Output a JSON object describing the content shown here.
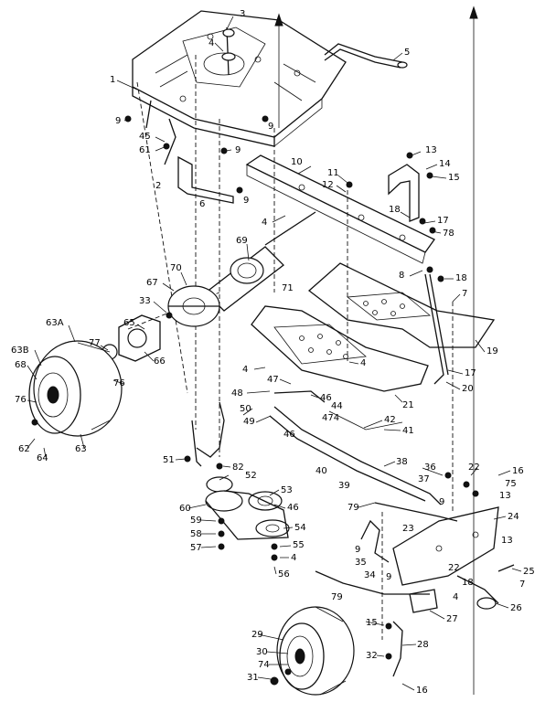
{
  "callouts": [
    {
      "id": "c-3",
      "text": "3"
    },
    {
      "id": "c-4a",
      "text": "4"
    },
    {
      "id": "c-5",
      "text": "5"
    },
    {
      "id": "c-1",
      "text": "1"
    },
    {
      "id": "c-9a",
      "text": "9"
    },
    {
      "id": "c-45",
      "text": "45"
    },
    {
      "id": "c-61",
      "text": "61"
    },
    {
      "id": "c-9b",
      "text": "9"
    },
    {
      "id": "c-9c",
      "text": "9"
    },
    {
      "id": "c-2",
      "text": "2"
    },
    {
      "id": "c-6",
      "text": "6"
    },
    {
      "id": "c-9d",
      "text": "9"
    },
    {
      "id": "c-13a",
      "text": "13"
    },
    {
      "id": "c-14",
      "text": "14"
    },
    {
      "id": "c-15",
      "text": "15"
    },
    {
      "id": "c-10",
      "text": "10"
    },
    {
      "id": "c-11",
      "text": "11"
    },
    {
      "id": "c-12",
      "text": "12"
    },
    {
      "id": "c-4b",
      "text": "4"
    },
    {
      "id": "c-18a",
      "text": "18"
    },
    {
      "id": "c-17a",
      "text": "17"
    },
    {
      "id": "c-78",
      "text": "78"
    },
    {
      "id": "c-69",
      "text": "69"
    },
    {
      "id": "c-8",
      "text": "8"
    },
    {
      "id": "c-18b",
      "text": "18"
    },
    {
      "id": "c-67",
      "text": "67"
    },
    {
      "id": "c-70",
      "text": "70"
    },
    {
      "id": "c-71",
      "text": "71"
    },
    {
      "id": "c-7a",
      "text": "7"
    },
    {
      "id": "c-33",
      "text": "33"
    },
    {
      "id": "c-19",
      "text": "19"
    },
    {
      "id": "c-63A",
      "text": "63A"
    },
    {
      "id": "c-65",
      "text": "65"
    },
    {
      "id": "c-77",
      "text": "77"
    },
    {
      "id": "c-66",
      "text": "66"
    },
    {
      "id": "c-63B",
      "text": "63B"
    },
    {
      "id": "c-68",
      "text": "68"
    },
    {
      "id": "c-76a",
      "text": "76"
    },
    {
      "id": "c-76b",
      "text": "76"
    },
    {
      "id": "c-4c",
      "text": "4"
    },
    {
      "id": "c-47a",
      "text": "47"
    },
    {
      "id": "c-4d",
      "text": "4"
    },
    {
      "id": "c-17b",
      "text": "17"
    },
    {
      "id": "c-20",
      "text": "20"
    },
    {
      "id": "c-21",
      "text": "21"
    },
    {
      "id": "c-48",
      "text": "48"
    },
    {
      "id": "c-46a",
      "text": "46"
    },
    {
      "id": "c-44",
      "text": "44"
    },
    {
      "id": "c-50",
      "text": "50"
    },
    {
      "id": "c-49",
      "text": "49"
    },
    {
      "id": "c-46b",
      "text": "46"
    },
    {
      "id": "c-474",
      "text": "474"
    },
    {
      "id": "c-42",
      "text": "42"
    },
    {
      "id": "c-41",
      "text": "41"
    },
    {
      "id": "c-62",
      "text": "62"
    },
    {
      "id": "c-63",
      "text": "63"
    },
    {
      "id": "c-64",
      "text": "64"
    },
    {
      "id": "c-51",
      "text": "51"
    },
    {
      "id": "c-82",
      "text": "82"
    },
    {
      "id": "c-38",
      "text": "38"
    },
    {
      "id": "c-40",
      "text": "40"
    },
    {
      "id": "c-39",
      "text": "39"
    },
    {
      "id": "c-36",
      "text": "36"
    },
    {
      "id": "c-22a",
      "text": "22"
    },
    {
      "id": "c-16a",
      "text": "16"
    },
    {
      "id": "c-37",
      "text": "37"
    },
    {
      "id": "c-75",
      "text": "75"
    },
    {
      "id": "c-52",
      "text": "52"
    },
    {
      "id": "c-53",
      "text": "53"
    },
    {
      "id": "c-13b",
      "text": "13"
    },
    {
      "id": "c-60",
      "text": "60"
    },
    {
      "id": "c-46c",
      "text": "46"
    },
    {
      "id": "c-79a",
      "text": "79"
    },
    {
      "id": "c-9e",
      "text": "9"
    },
    {
      "id": "c-24",
      "text": "24"
    },
    {
      "id": "c-59",
      "text": "59"
    },
    {
      "id": "c-54",
      "text": "54"
    },
    {
      "id": "c-58",
      "text": "58"
    },
    {
      "id": "c-23",
      "text": "23"
    },
    {
      "id": "c-57",
      "text": "57"
    },
    {
      "id": "c-55",
      "text": "55"
    },
    {
      "id": "c-13c",
      "text": "13"
    },
    {
      "id": "c-4e",
      "text": "4"
    },
    {
      "id": "c-9f",
      "text": "9"
    },
    {
      "id": "c-35",
      "text": "35"
    },
    {
      "id": "c-56",
      "text": "56"
    },
    {
      "id": "c-22b",
      "text": "22"
    },
    {
      "id": "c-25",
      "text": "25"
    },
    {
      "id": "c-34",
      "text": "34"
    },
    {
      "id": "c-9g",
      "text": "9"
    },
    {
      "id": "c-18c",
      "text": "18"
    },
    {
      "id": "c-7b",
      "text": "7"
    },
    {
      "id": "c-4f",
      "text": "4"
    },
    {
      "id": "c-79b",
      "text": "79"
    },
    {
      "id": "c-26",
      "text": "26"
    },
    {
      "id": "c-27",
      "text": "27"
    },
    {
      "id": "c-29",
      "text": "29"
    },
    {
      "id": "c-15b",
      "text": "15"
    },
    {
      "id": "c-30",
      "text": "30"
    },
    {
      "id": "c-28",
      "text": "28"
    },
    {
      "id": "c-74",
      "text": "74"
    },
    {
      "id": "c-32",
      "text": "32"
    },
    {
      "id": "c-31",
      "text": "31"
    },
    {
      "id": "c-16b",
      "text": "16"
    }
  ]
}
